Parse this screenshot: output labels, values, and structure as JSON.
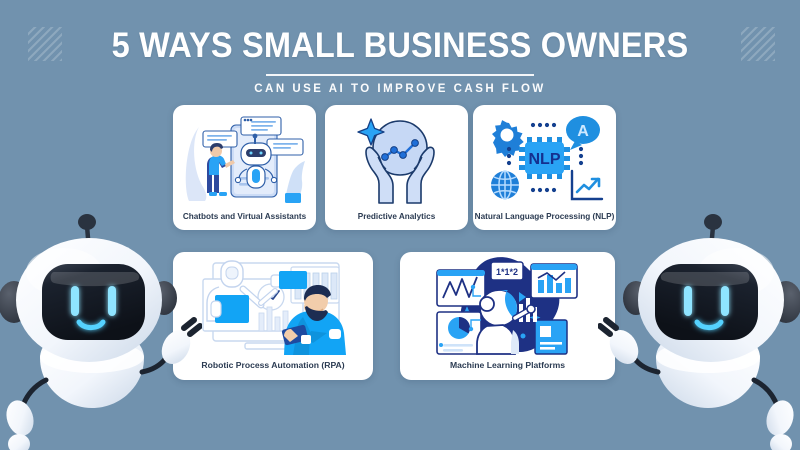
{
  "background": {
    "color": "#7192ae",
    "decorations": [
      "stripe-patch-top-left",
      "stripe-patch-top-right"
    ]
  },
  "header": {
    "title": "5 WAYS SMALL BUSINESS OWNERS",
    "subtitle": "CAN USE AI TO IMPROVE CASH FLOW",
    "title_color": "#ffffff",
    "divider": true
  },
  "cards": [
    {
      "id": "chatbots",
      "label": "Chatbots and Virtual Assistants",
      "illustration": "chatbot-person-phone-illustration"
    },
    {
      "id": "predictive",
      "label": "Predictive Analytics",
      "illustration": "hands-holding-crystal-ball-chart-illustration"
    },
    {
      "id": "nlp",
      "label": "Natural Language Processing (NLP)",
      "illustration": "nlp-chip-gear-globe-illustration",
      "chip_text": "NLP",
      "bubble_text": "A"
    },
    {
      "id": "rpa",
      "label": "Robotic Process Automation (RPA)",
      "illustration": "robot-arm-worker-dashboard-illustration"
    },
    {
      "id": "ml",
      "label": "Machine Learning Platforms",
      "illustration": "robot-data-screens-illustration"
    }
  ],
  "mascots": [
    {
      "id": "robot-left",
      "name": "white-robot-mascot-left",
      "expression": "smiling",
      "eye_color": "#6fd8ff"
    },
    {
      "id": "robot-right",
      "name": "white-robot-mascot-right",
      "expression": "smiling",
      "eye_color": "#6fd8ff"
    }
  ],
  "palette": {
    "background": "#7192ae",
    "card": "#ffffff",
    "accent_blue": "#29a3f5",
    "deep_navy": "#1a3a8f",
    "label_text": "#2b3b52"
  }
}
